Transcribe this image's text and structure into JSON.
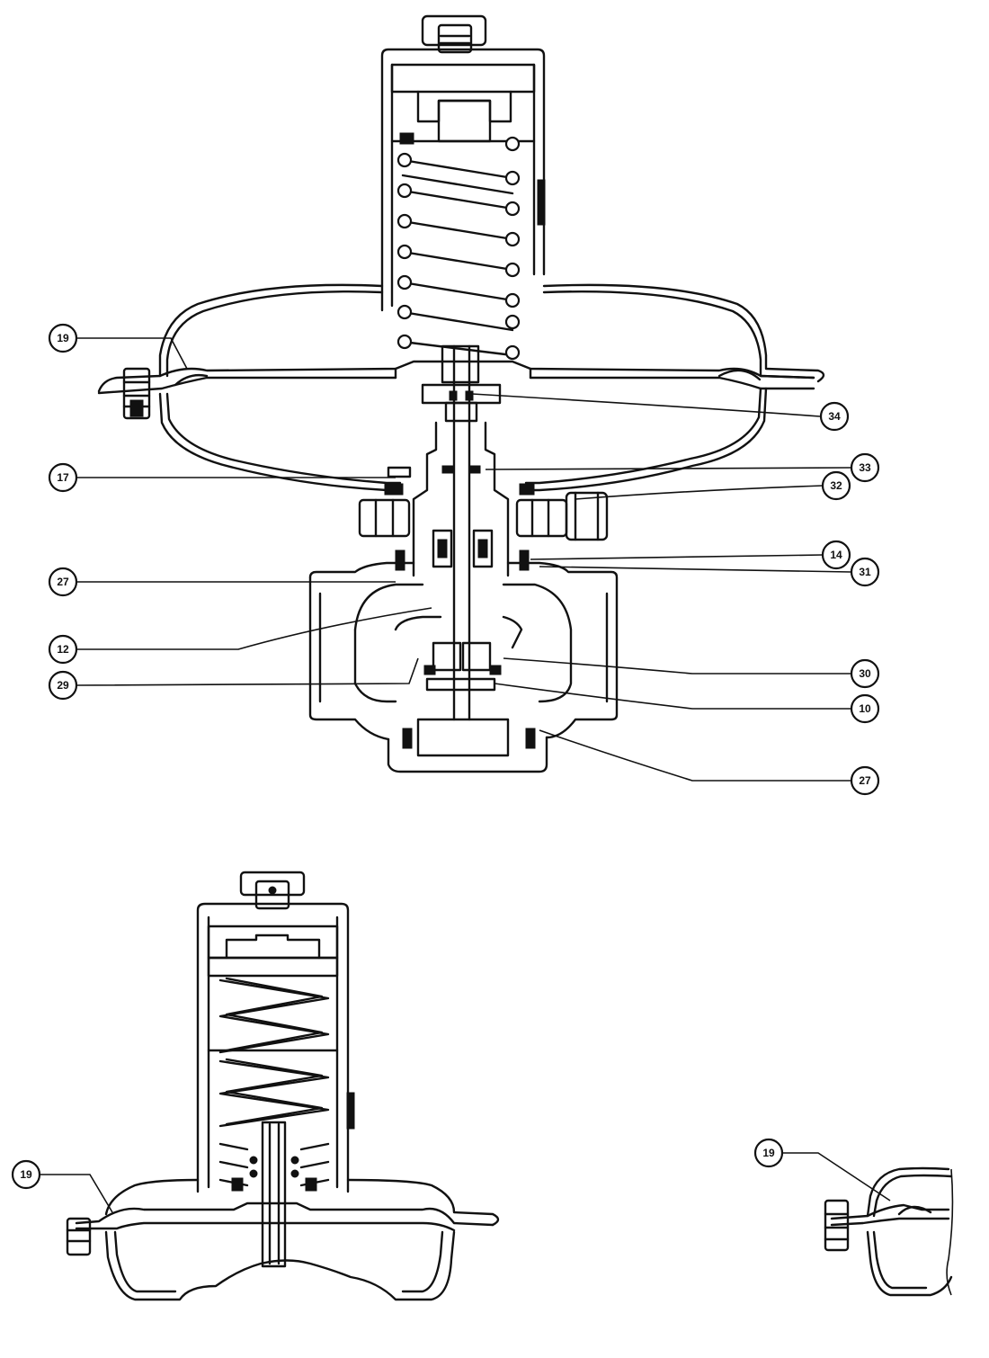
{
  "callouts": {
    "c19_top": "19",
    "c34": "34",
    "c17": "17",
    "c33": "33",
    "c32": "32",
    "c14": "14",
    "c27_left": "27",
    "c31": "31",
    "c12": "12",
    "c30": "30",
    "c29": "29",
    "c10": "10",
    "c27_bottom": "27",
    "c19_bottom_left": "19",
    "c19_bottom_right": "19"
  }
}
